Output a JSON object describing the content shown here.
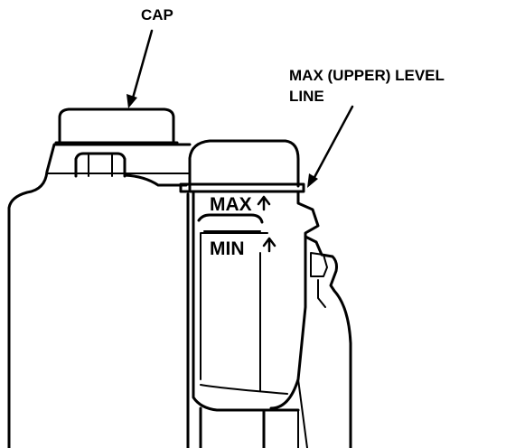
{
  "labels": {
    "cap": "CAP",
    "max_line_1": "MAX (UPPER) LEVEL",
    "max_line_2": "LINE"
  },
  "reservoir_markings": {
    "max": "MAX",
    "min": "MIN"
  },
  "colors": {
    "ink": "#000000",
    "paper": "#ffffff"
  }
}
